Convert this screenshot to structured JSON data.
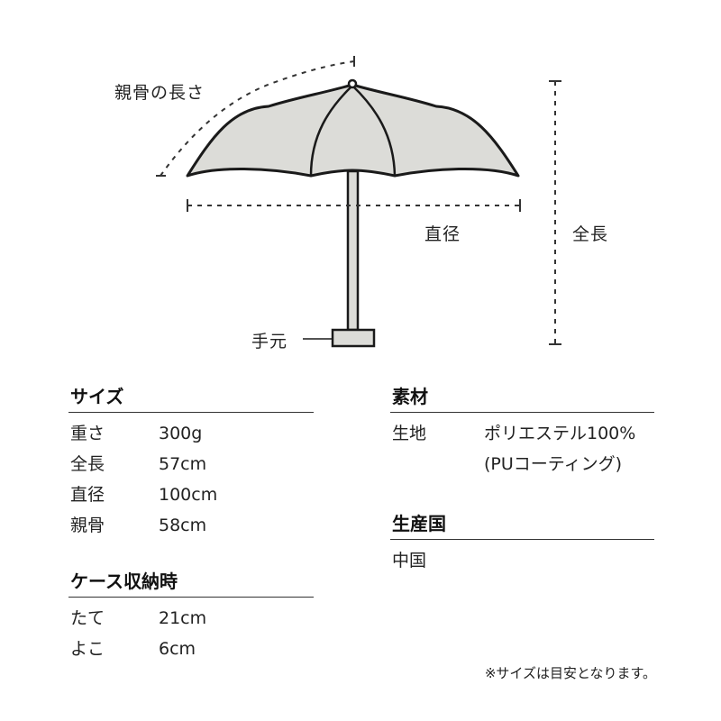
{
  "diagram": {
    "labels": {
      "rib_length": "親骨の長さ",
      "diameter": "直径",
      "total_length": "全長",
      "handle": "手元"
    },
    "colors": {
      "canopy": "#dcdcd8",
      "outline": "#1a1a1a",
      "dashed": "#333333"
    }
  },
  "size": {
    "title": "サイズ",
    "rows": [
      {
        "label": "重さ",
        "value": "300g"
      },
      {
        "label": "全長",
        "value": "57cm"
      },
      {
        "label": "直径",
        "value": "100cm"
      },
      {
        "label": "親骨",
        "value": "58cm"
      }
    ]
  },
  "case": {
    "title": "ケース収納時",
    "rows": [
      {
        "label": "たて",
        "value": "21cm"
      },
      {
        "label": "よこ",
        "value": "6cm"
      }
    ]
  },
  "material": {
    "title": "素材",
    "row": {
      "label": "生地",
      "value_line1": "ポリエステル100%",
      "value_line2": "(PUコーティング)"
    }
  },
  "origin": {
    "title": "生産国",
    "value": "中国"
  },
  "note": "※サイズは目安となります。"
}
